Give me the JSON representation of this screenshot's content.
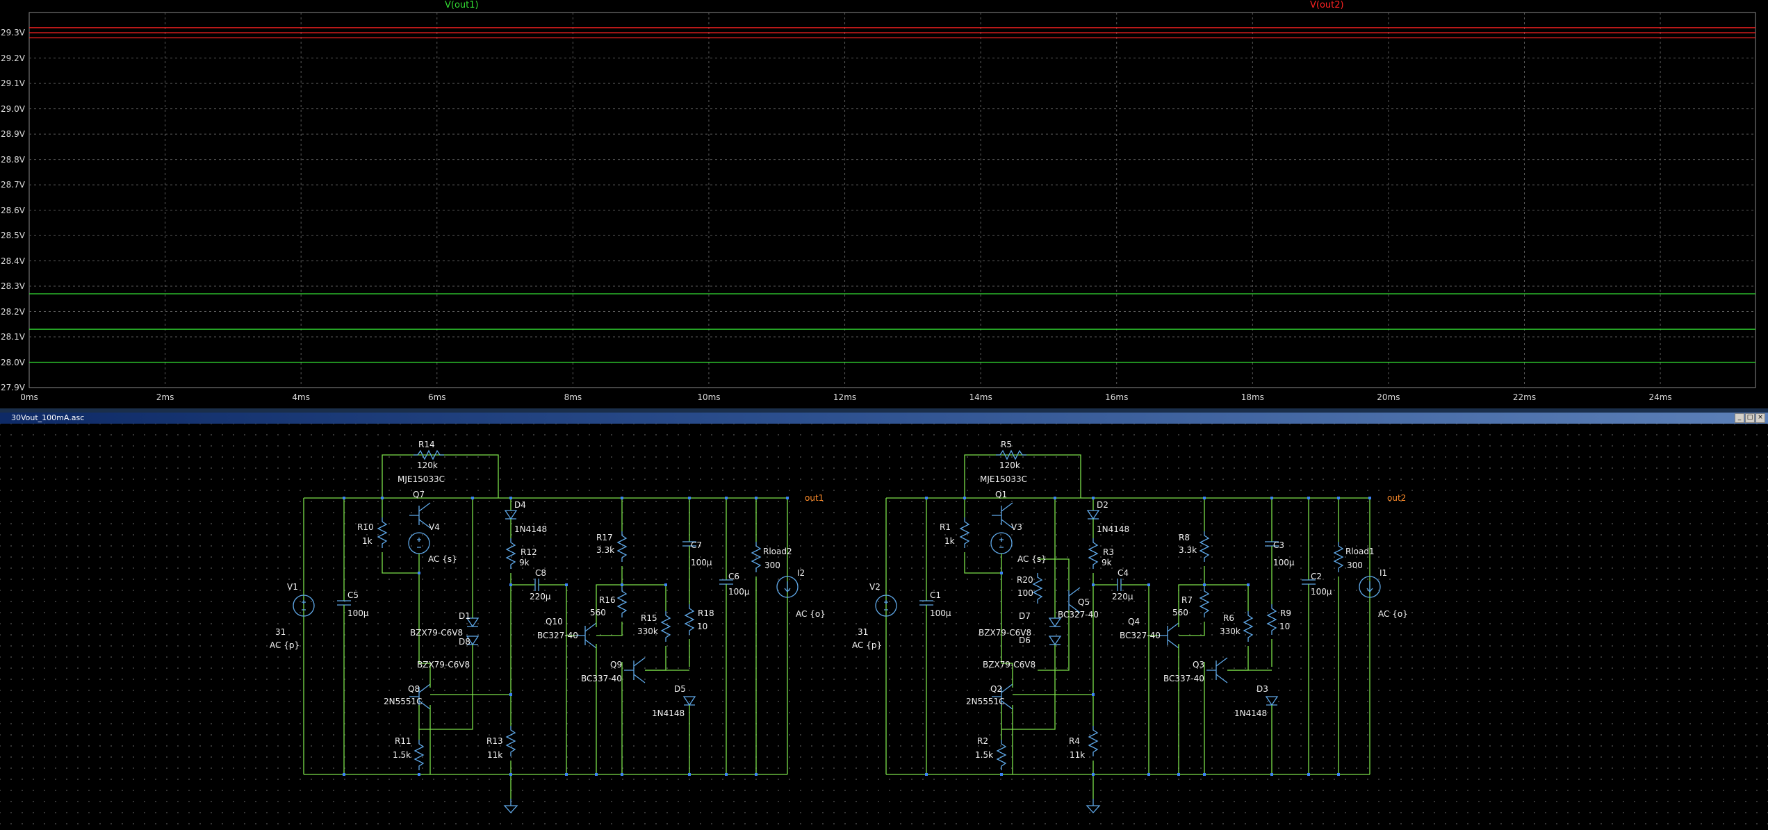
{
  "plot": {
    "traces": [
      {
        "name": "V(out1)",
        "color": "#33dd33"
      },
      {
        "name": "V(out2)",
        "color": "#ff2222"
      }
    ],
    "y_ticks": [
      "29.3V",
      "29.2V",
      "29.1V",
      "29.0V",
      "28.9V",
      "28.8V",
      "28.7V",
      "28.6V",
      "28.5V",
      "28.4V",
      "28.3V",
      "28.2V",
      "28.1V",
      "28.0V",
      "27.9V"
    ],
    "x_ticks": [
      "0ms",
      "2ms",
      "4ms",
      "6ms",
      "8ms",
      "10ms",
      "12ms",
      "14ms",
      "16ms",
      "18ms",
      "20ms",
      "22ms",
      "24ms"
    ],
    "chart_data": {
      "type": "line",
      "xlabel": "",
      "ylabel": "",
      "xlim": [
        0,
        25.4
      ],
      "ylim": [
        27.9,
        29.38
      ],
      "series": [
        {
          "name": "V(out1)",
          "color": "#33dd33",
          "x": [
            0,
            25.4
          ],
          "y": [
            28.27,
            28.27
          ],
          "extra_levels": [
            28.13,
            28.0
          ]
        },
        {
          "name": "V(out2)",
          "color": "#ff2222",
          "x": [
            0,
            25.4
          ],
          "y": [
            29.32,
            29.32
          ],
          "extra_levels": [
            29.3,
            29.28
          ]
        }
      ]
    }
  },
  "window": {
    "title": "30Vout_100mA.asc",
    "btn_min": "_",
    "btn_max": "□",
    "btn_close": "×"
  },
  "schematic": {
    "left": {
      "labels": {
        "R14": "R14",
        "R14v": "120k",
        "Q7m": "MJE15033C",
        "Q7": "Q7",
        "R10": "R10",
        "R10v": "1k",
        "V4": "V4",
        "V4v": "AC {s}",
        "D4": "D4",
        "D4m": "1N4148",
        "R12": "R12",
        "R12v": "9k",
        "R17": "R17",
        "R17v": "3.3k",
        "C7": "C7",
        "C7v": "100µ",
        "C6": "C6",
        "C6v": "100µ",
        "Rload2": "Rload2",
        "Rload2v": "300",
        "I2": "I2",
        "I2v": "AC {o}",
        "V1": "V1",
        "V1v": "31",
        "V1ac": "AC {p}",
        "C5": "C5",
        "C5v": "100µ",
        "C8": "C8",
        "C8v": "220µ",
        "R16": "R16",
        "R16v": "560",
        "Q10": "Q10",
        "Q10m": "BC327-40",
        "R15": "R15",
        "R15v": "330k",
        "R18": "R18",
        "R18v": "10",
        "D1": "D1",
        "D1m": "BZX79-C6V8",
        "D8": "D8",
        "D8m": "BZX79-C6V8",
        "Q9": "Q9",
        "Q9m": "BC337-40",
        "D5": "D5",
        "D5m": "1N4148",
        "Q8": "Q8",
        "Q8m": "2N5551C",
        "R11": "R11",
        "R11v": "1.5k",
        "R13": "R13",
        "R13v": "11k",
        "net": "out1"
      }
    },
    "right": {
      "labels": {
        "R5": "R5",
        "R5v": "120k",
        "Q1m": "MJE15033C",
        "Q1": "Q1",
        "R1": "R1",
        "R1v": "1k",
        "V3": "V3",
        "V3v": "AC {s}",
        "D2": "D2",
        "D2m": "1N4148",
        "R3": "R3",
        "R3v": "9k",
        "R8": "R8",
        "R8v": "3.3k",
        "C3": "C3",
        "C3v": "100µ",
        "Rload1": "Rload1",
        "Rload1v": "300",
        "I1": "I1",
        "I1v": "AC {o}",
        "V2": "V2",
        "V2v": "31",
        "V2ac": "AC {p}",
        "C1": "C1",
        "C1v": "100µ",
        "R20": "R20",
        "R20v": "100",
        "Q5": "Q5",
        "Q5m": "BC327-40",
        "C4": "C4",
        "C4v": "220µ",
        "R7": "R7",
        "R7v": "560",
        "Q4": "Q4",
        "Q4m": "BC327-40",
        "R6": "R6",
        "R6v": "330k",
        "R9": "R9",
        "R9v": "10",
        "C2": "C2",
        "C2v": "100µ",
        "D7": "D7",
        "D6": "D6",
        "D6m": "BZX79-C6V8",
        "Q3": "Q3",
        "Q3m": "BC337-40",
        "D3": "D3",
        "D3m": "1N4148",
        "D6m2": "BZX79-C6V8",
        "Q2": "Q2",
        "Q2m": "2N5551C",
        "R2": "R2",
        "R2v": "1.5k",
        "R4": "R4",
        "R4v": "11k",
        "net": "out2"
      }
    }
  }
}
